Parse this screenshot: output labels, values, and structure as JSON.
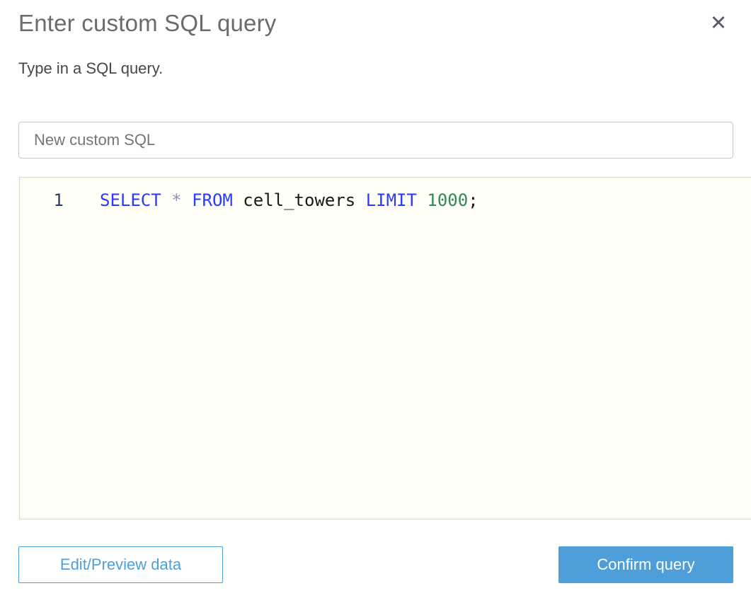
{
  "header": {
    "title": "Enter custom SQL query",
    "subtitle": "Type in a SQL query.",
    "close_icon": "✕"
  },
  "name_input": {
    "value": "New custom SQL"
  },
  "editor": {
    "line_number": "1",
    "sql_text": "SELECT * FROM cell_towers LIMIT 1000;",
    "tokens": [
      {
        "text": "SELECT",
        "type": "keyword"
      },
      {
        "text": " ",
        "type": "plain"
      },
      {
        "text": "*",
        "type": "operator"
      },
      {
        "text": " ",
        "type": "plain"
      },
      {
        "text": "FROM",
        "type": "keyword"
      },
      {
        "text": " cell_towers ",
        "type": "plain"
      },
      {
        "text": "LIMIT",
        "type": "keyword"
      },
      {
        "text": " ",
        "type": "plain"
      },
      {
        "text": "1000",
        "type": "number"
      },
      {
        "text": ";",
        "type": "plain"
      }
    ]
  },
  "footer": {
    "edit_preview_label": "Edit/Preview data",
    "confirm_label": "Confirm query"
  },
  "colors": {
    "accent": "#4e9fd9",
    "keyword": "#2a3bff",
    "operator": "#8a92c8",
    "number": "#2f8a58",
    "plain": "#1a1a1a",
    "editor_background": "#fffef7"
  }
}
